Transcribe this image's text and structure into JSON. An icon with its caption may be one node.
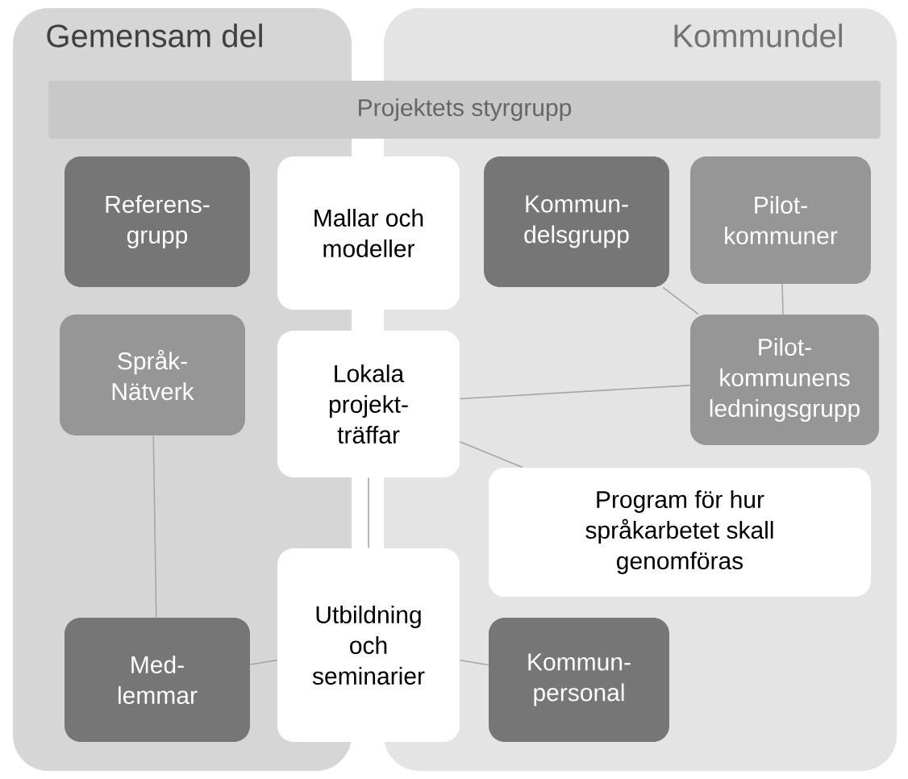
{
  "diagram": {
    "nodes": [
      {
        "text": [
          "Gemensam del"
        ]
      },
      {
        "text": [
          "Kommundel"
        ]
      },
      {
        "text": [
          "Projektets styrgrupp"
        ]
      },
      {
        "text": [
          "Referens- grupp"
        ],
        "in": 0
      },
      {
        "text": [
          "Mallar och modeller"
        ]
      },
      {
        "text": [
          "Kommun- delsgrupp"
        ],
        "in": 1
      },
      {
        "text": [
          "Pilot- kommuner"
        ],
        "in": 1
      },
      {
        "text": [
          "Språk- Nätverk"
        ],
        "in": 0
      },
      {
        "text": [
          "Lokala projekt- träffar"
        ]
      },
      {
        "text": [
          "Pilot- kommunens ledningsgrupp"
        ],
        "in": 1
      },
      {
        "text": [
          "Program för hur språkarbetet skall genomföras"
        ],
        "in": 1
      },
      {
        "text": [
          "Med- lemmar"
        ],
        "in": 0
      },
      {
        "text": [
          "Utbildning och seminarier"
        ]
      },
      {
        "text": [
          "Kommun- personal"
        ],
        "in": 1
      }
    ],
    "edges": [
      {
        "from": 6,
        "to": 9,
        "arrow": "none"
      },
      {
        "from": 5,
        "to": 9,
        "arrow": "none"
      },
      {
        "from": 8,
        "to": 9,
        "arrow": "none"
      },
      {
        "from": 7,
        "to": 11,
        "arrow": "none"
      },
      {
        "from": 8,
        "to": 12,
        "arrow": "none"
      },
      {
        "from": 8,
        "to": 10,
        "arrow": "none"
      },
      {
        "from": 11,
        "to": 12,
        "arrow": "none"
      },
      {
        "from": 12,
        "to": 13,
        "arrow": "none"
      }
    ]
  }
}
